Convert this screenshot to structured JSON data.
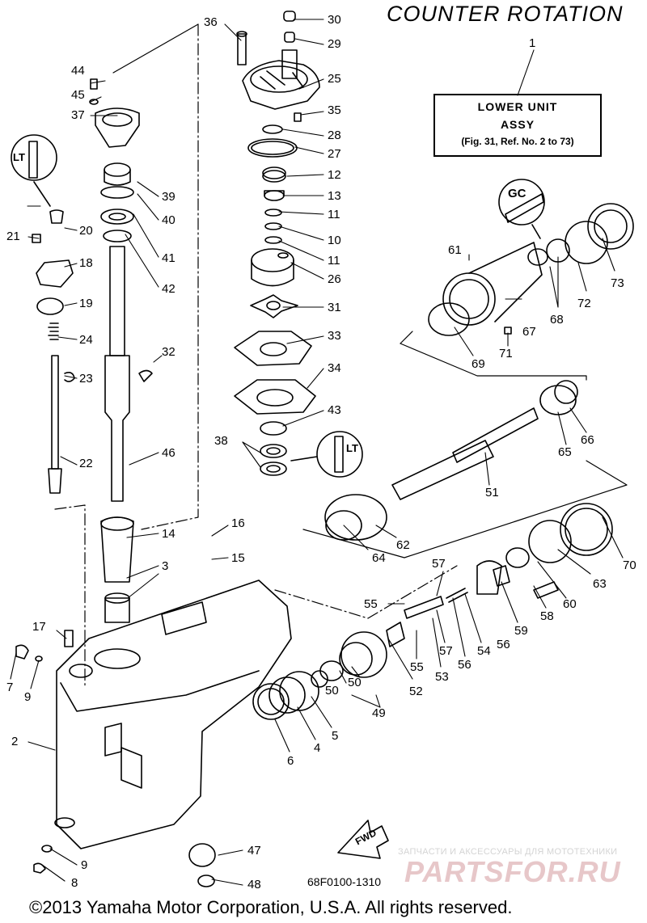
{
  "header": {
    "title": "COUNTER ROTATION"
  },
  "assy_box": {
    "callout": "1",
    "line1": "LOWER UNIT",
    "line2": "ASSY",
    "line3": "(Fig. 31, Ref. No. 2 to 73)"
  },
  "callouts": {
    "c2": "2",
    "c3": "3",
    "c4": "4",
    "c5": "5",
    "c6": "6",
    "c7": "7",
    "c8": "8",
    "c9a": "9",
    "c9b": "9",
    "c10": "10",
    "c11a": "11",
    "c11b": "11",
    "c12": "12",
    "c13": "13",
    "c14": "14",
    "c15": "15",
    "c16": "16",
    "c17": "17",
    "c18": "18",
    "c19": "19",
    "c20": "20",
    "c21": "21",
    "c22": "22",
    "c23": "23",
    "c24": "24",
    "c25": "25",
    "c26": "26",
    "c27": "27",
    "c28": "28",
    "c29": "29",
    "c30": "30",
    "c31": "31",
    "c32": "32",
    "c33": "33",
    "c34": "34",
    "c35": "35",
    "c36": "36",
    "c37": "37",
    "c38": "38",
    "c39": "39",
    "c40": "40",
    "c41": "41",
    "c42": "42",
    "c43": "43",
    "c44": "44",
    "c45": "45",
    "c46": "46",
    "c47": "47",
    "c48": "48",
    "c49": "49",
    "c50a": "50",
    "c50b": "50",
    "c51": "51",
    "c52": "52",
    "c53": "53",
    "c54": "54",
    "c55a": "55",
    "c55b": "55",
    "c56a": "56",
    "c56b": "56",
    "c57a": "57",
    "c57b": "57",
    "c58": "58",
    "c59": "59",
    "c60": "60",
    "c61": "61",
    "c62": "62",
    "c63": "63",
    "c64": "64",
    "c65": "65",
    "c66": "66",
    "c67": "67",
    "c68": "68",
    "c69": "69",
    "c70": "70",
    "c71": "71",
    "c72": "72",
    "c73": "73"
  },
  "symbols": {
    "gc": "GC",
    "lt": "LT",
    "fwd": "FWD"
  },
  "drawing_code": "68F0100-1310",
  "copyright": "©2013 Yamaha Motor Corporation, U.S.A. All rights reserved.",
  "watermark": {
    "subtitle": "ЗАПЧАСТИ И АКСЕССУАРЫ ДЛЯ МОТОТЕХНИКИ",
    "logo": "PARTSFOR.RU"
  }
}
